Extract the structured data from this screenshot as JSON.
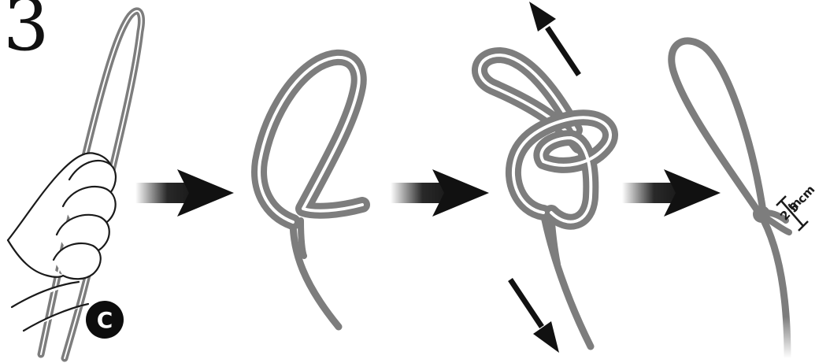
{
  "step": {
    "number": "3",
    "badge": "C"
  },
  "measurement": {
    "metric": "5 cm",
    "imperial": "2 in"
  },
  "colors": {
    "rope": "#7d7d7d",
    "rope_highlight": "#ffffff",
    "arrow": "#111111",
    "outline": "#1a1a1a"
  },
  "icons": [
    "hand-holding-rope",
    "right-arrow",
    "up-left-arrow",
    "down-right-arrow",
    "knot"
  ]
}
